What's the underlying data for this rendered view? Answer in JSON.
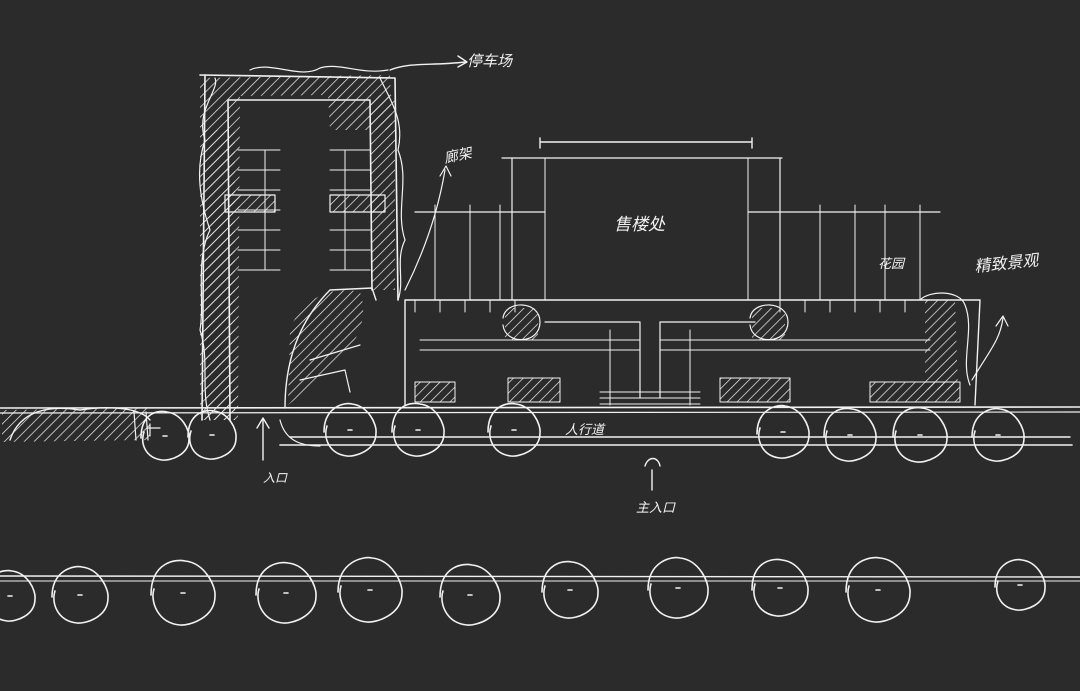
{
  "sketch": {
    "labels": {
      "parking": "停车场",
      "pavilion": "廊架",
      "sales_office": "售楼处",
      "garden": "花园",
      "fine_landscape": "精致景观",
      "sidewalk": "人行道",
      "entrance": "入口",
      "main_entrance": "主入口"
    },
    "colors": {
      "background": "#2b2b2b",
      "ink": "#f2f2f2"
    }
  }
}
